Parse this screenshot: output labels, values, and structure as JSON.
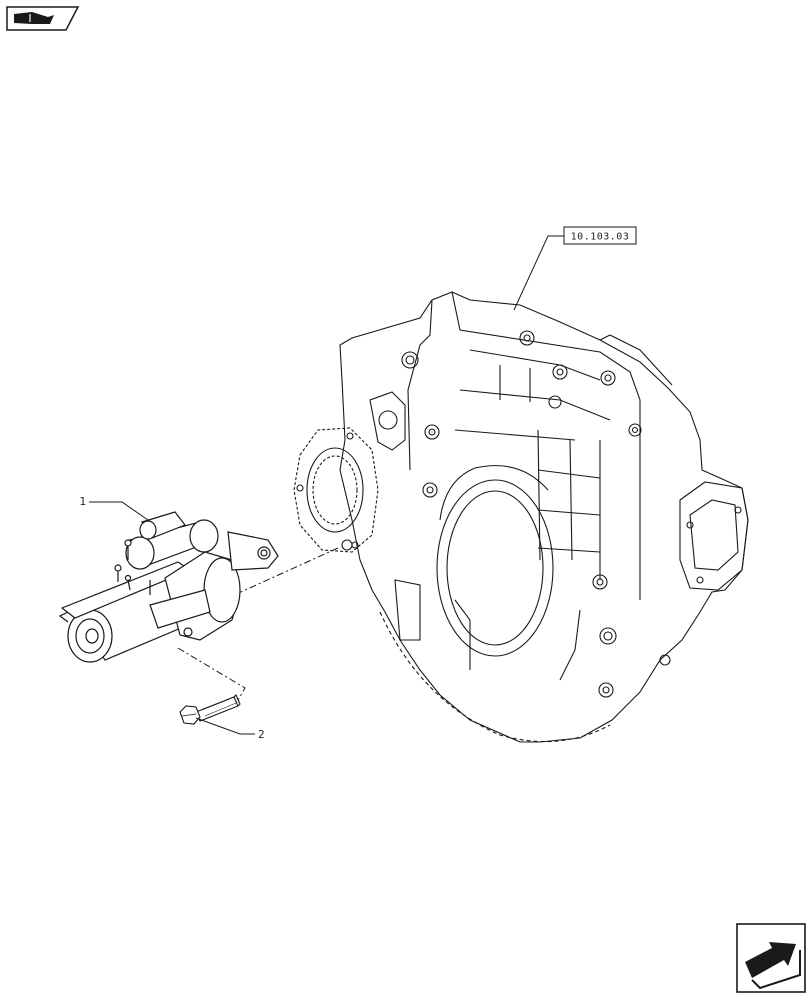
{
  "diagram": {
    "reference_label": "10.103.03",
    "callouts": [
      {
        "id": "1",
        "label": "1"
      },
      {
        "id": "2",
        "label": "2"
      }
    ],
    "icons": {
      "top_left": "book-arrow-icon",
      "bottom_right": "next-page-arrow-icon"
    },
    "colors": {
      "ink": "#1a1a1a",
      "background": "#ffffff"
    }
  }
}
